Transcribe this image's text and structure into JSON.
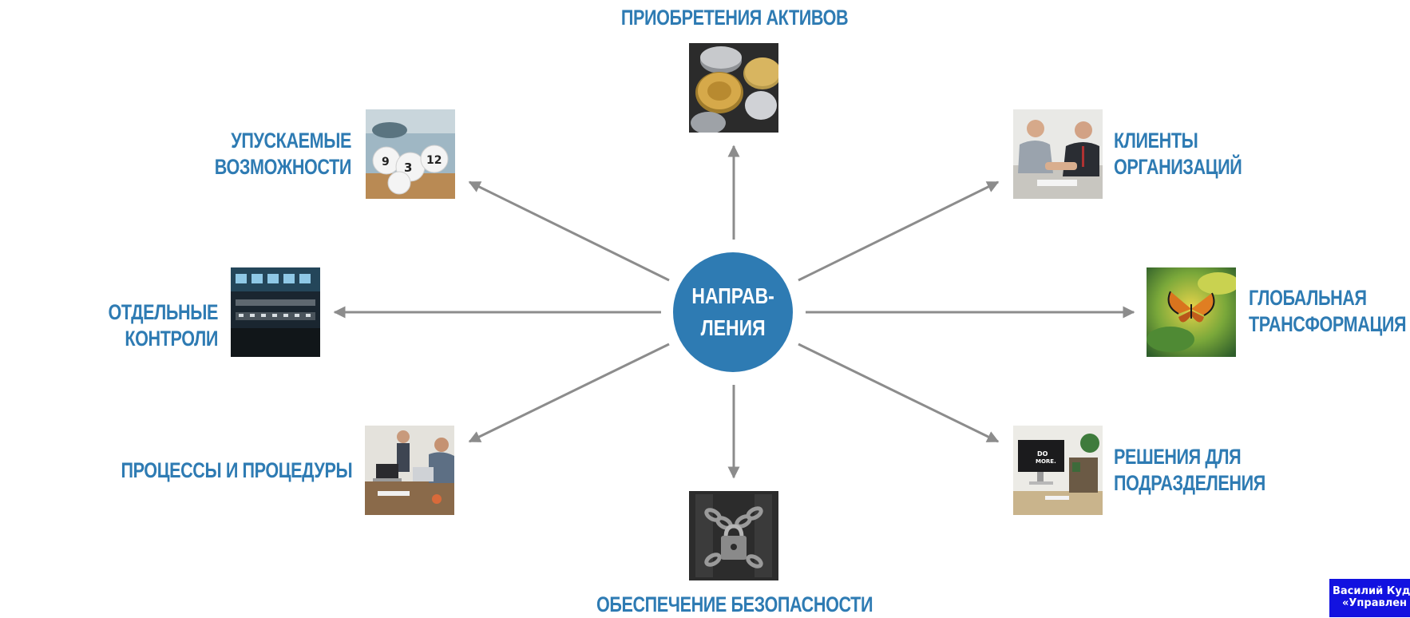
{
  "diagram": {
    "center": {
      "label": "НАПРАВ-\nЛЕНИЯ"
    },
    "nodes": [
      {
        "id": "top",
        "label": "ПРИОБРЕТЕНИЯ АКТИВОВ",
        "image": "coins-photo"
      },
      {
        "id": "top-right",
        "label": "КЛИЕНТЫ\nОРГАНИЗАЦИЙ",
        "image": "handshake-photo"
      },
      {
        "id": "right",
        "label": "ГЛОБАЛЬНАЯ\nТРАНСФОРМАЦИЯ",
        "image": "butterfly-photo"
      },
      {
        "id": "bottom-right",
        "label": "РЕШЕНИЯ ДЛЯ\nПОДРАЗДЕЛЕНИЯ",
        "image": "workspace-monitor-photo"
      },
      {
        "id": "bottom",
        "label": "ОБЕСПЕЧЕНИЕ БЕЗОПАСНОСТИ",
        "image": "padlock-chain-photo"
      },
      {
        "id": "bottom-left",
        "label": "ПРОЦЕССЫ И ПРОЦЕДУРЫ",
        "image": "meeting-photo"
      },
      {
        "id": "left",
        "label": "ОТДЕЛЬНЫЕ КОНТРОЛИ",
        "image": "control-room-photo"
      },
      {
        "id": "top-left",
        "label": "УПУСКАЕМЫЕ\nВОЗМОЖНОСТИ",
        "image": "lottery-balls-photo"
      }
    ],
    "colors": {
      "accent": "#2e7bb3",
      "arrow": "#8c8c8c",
      "badge": "#1212e0"
    }
  },
  "badge": {
    "line1": "Василий Куд",
    "line2": "«Управлен"
  }
}
